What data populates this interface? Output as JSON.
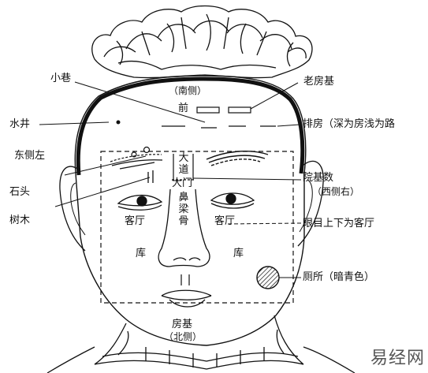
{
  "labels": {
    "xiaoxiang": "小巷",
    "laofangji": "老房基",
    "nance": "（南侧）",
    "qian": "前",
    "shuijing": "水井",
    "paifang": "排房（深为房浅为路",
    "dongcezuo": "东侧左",
    "shitou": "石头",
    "shumu": "树木",
    "dadao": "大道",
    "damen": "大门",
    "biliang": "鼻梁骨",
    "yuanjishu": "院基数",
    "xiceyou": "（西侧右）",
    "keting_left": "客厅",
    "keting_right": "客厅",
    "yanmu": "眼目上下为客厅",
    "ku_left": "库",
    "ku_right": "库",
    "cesuo": "厕所（暗青色）",
    "fangji": "房基",
    "beice": "（北侧）"
  },
  "watermark": "易经网",
  "colors": {
    "ink": "#111111",
    "background": "#ffffff",
    "watermark": "#555555"
  }
}
